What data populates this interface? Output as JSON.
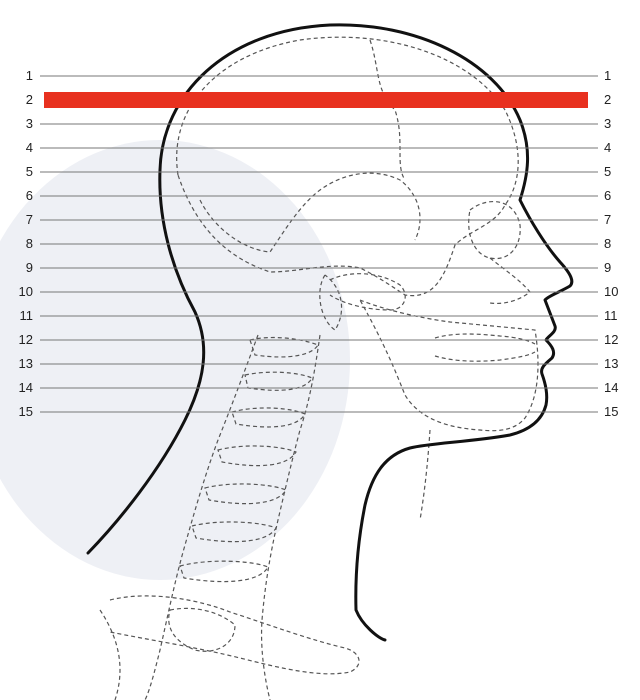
{
  "levels": [
    {
      "label": "1"
    },
    {
      "label": "2"
    },
    {
      "label": "3"
    },
    {
      "label": "4"
    },
    {
      "label": "5"
    },
    {
      "label": "6"
    },
    {
      "label": "7"
    },
    {
      "label": "8"
    },
    {
      "label": "9"
    },
    {
      "label": "10"
    },
    {
      "label": "11"
    },
    {
      "label": "12"
    },
    {
      "label": "13"
    },
    {
      "label": "14"
    },
    {
      "label": "15"
    }
  ],
  "highlighted_level": "2",
  "colors": {
    "highlight": "#e8311f",
    "lines": "#777777",
    "outline": "#111111",
    "skeleton": "#555555",
    "shade": "#eef0f5"
  }
}
